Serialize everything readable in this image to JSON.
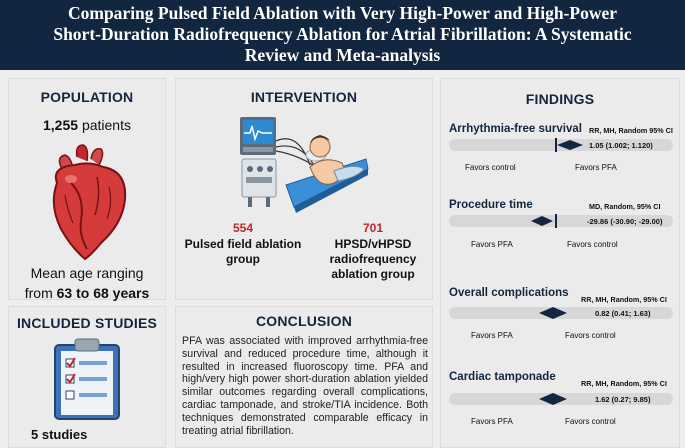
{
  "header": {
    "title_line1": "Comparing Pulsed Field Ablation with Very High-Power and High-Power",
    "title_line2": "Short-Duration Radiofrequency Ablation for Atrial Fibrillation: A Systematic",
    "title_line3": "Review and Meta-analysis"
  },
  "population": {
    "heading": "POPULATION",
    "count": "1,255",
    "count_suffix": "patients",
    "age_line1": "Mean age ranging",
    "age_prefix": "from",
    "age_range": "63 to 68 years"
  },
  "intervention": {
    "heading": "INTERVENTION",
    "pfa_count": "554",
    "pfa_group_line1": "Pulsed field ablation",
    "pfa_group_line2": "group",
    "rf_count": "701",
    "rf_group_line1": "HPSD/vHPSD",
    "rf_group_line2": "radiofrequency",
    "rf_group_line3": "ablation group"
  },
  "studies": {
    "heading": "INCLUDED STUDIES",
    "count": "5 studies"
  },
  "conclusion": {
    "heading": "CONCLUSION",
    "text": "PFA was associated with improved arrhythmia-free survival and reduced procedure time, although it resulted in increased fluoroscopy time. PFA and high/very high power short-duration ablation yielded similar outcomes regarding overall complications, cardiac tamponade, and stroke/TIA incidence. Both techniques demonstrated comparable efficacy in treating atrial fibrillation."
  },
  "findings": {
    "heading": "FINDINGS",
    "items": [
      {
        "title": "Arrhythmia-free survival",
        "method": "RR, MH, Random 95% CI",
        "value": "1.05 (1.002; 1.120)",
        "left_label": "Favors control",
        "right_label": "Favors PFA"
      },
      {
        "title": "Procedure time",
        "method": "MD, Random, 95% CI",
        "value": "-29.86 (-30.90; -29.00)",
        "left_label": "Favors PFA",
        "right_label": "Favors control"
      },
      {
        "title": "Overall complications",
        "method": "RR, MH, Random, 95% CI",
        "value": "0.82 (0.41; 1.63)",
        "left_label": "Favors PFA",
        "right_label": "Favors control"
      },
      {
        "title": "Cardiac tamponade",
        "method": "RR, MH, Random, 95% CI",
        "value": "1.62 (0.27; 9.85)",
        "left_label": "Favors PFA",
        "right_label": "Favors control"
      }
    ]
  },
  "colors": {
    "navy": "#12263f",
    "accent_red": "#c1272d",
    "panel": "#ebebeb",
    "bar": "#d7d7d7"
  }
}
